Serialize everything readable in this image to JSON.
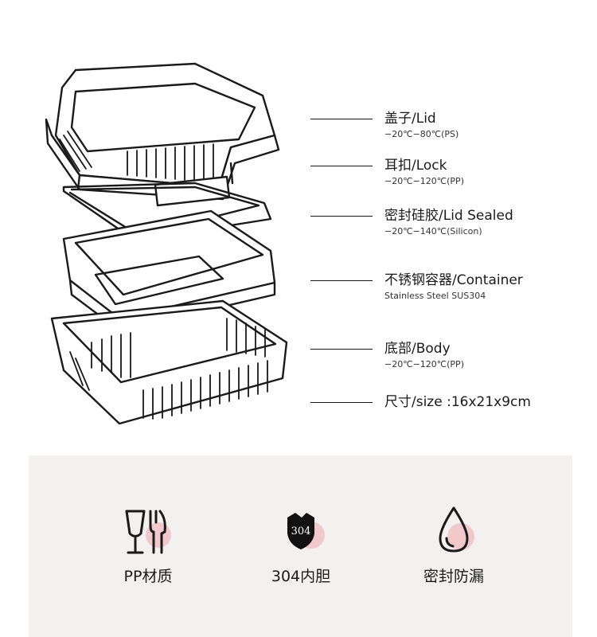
{
  "callouts": [
    {
      "title": "盖子/Lid",
      "spec": "−20℃−80℃(PS)"
    },
    {
      "title": "耳扣/Lock",
      "spec": "−20℃−120℃(PP)"
    },
    {
      "title": "密封硅胶/Lid Sealed",
      "spec": "−20℃−140℃(Silicon)"
    },
    {
      "title": "不锈钢容器/Container",
      "spec": "Stainless Steel SUS304"
    },
    {
      "title": "底部/Body",
      "spec": "−20℃−120℃(PP)"
    },
    {
      "title": "尺寸/size :16x21x9cm",
      "spec": ""
    }
  ],
  "features": [
    {
      "label": "PP材质",
      "icon": "fork-knife-cup-icon"
    },
    {
      "label": "304内胆",
      "icon": "shield-304-badge-icon",
      "badge_text": "304"
    },
    {
      "label": "密封防漏",
      "icon": "water-drop-icon"
    }
  ],
  "colors": {
    "accent_pink": "#f2c9cb",
    "panel_bg": "#f2f1f0",
    "line": "#1a1a1a"
  }
}
